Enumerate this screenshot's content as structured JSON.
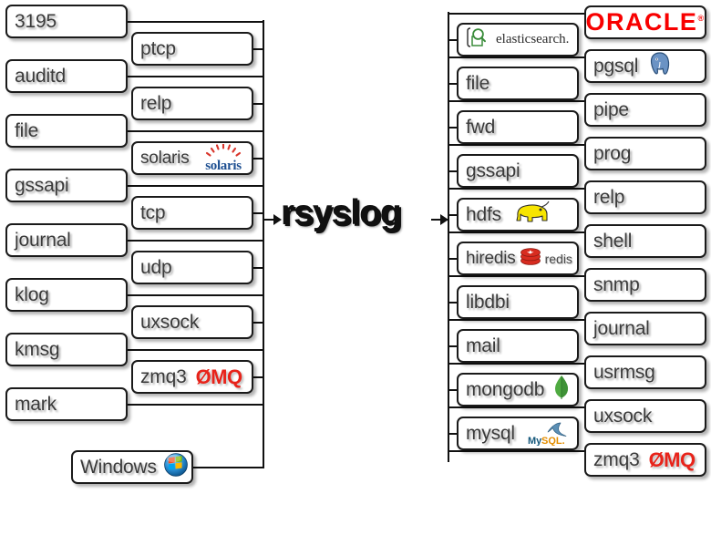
{
  "diagram": {
    "title": "rsyslog",
    "center_label": "rsyslog",
    "inputs_column1": [
      {
        "label": "3195",
        "icon": "none"
      },
      {
        "label": "auditd",
        "icon": "none"
      },
      {
        "label": "file",
        "icon": "none"
      },
      {
        "label": "gssapi",
        "icon": "none"
      },
      {
        "label": "journal",
        "icon": "none"
      },
      {
        "label": "klog",
        "icon": "none"
      },
      {
        "label": "kmsg",
        "icon": "none"
      },
      {
        "label": "mark",
        "icon": "none"
      }
    ],
    "inputs_column2": [
      {
        "label": "ptcp",
        "icon": "none"
      },
      {
        "label": "relp",
        "icon": "none"
      },
      {
        "label": "solaris",
        "icon": "solaris-logo"
      },
      {
        "label": "tcp",
        "icon": "none"
      },
      {
        "label": "udp",
        "icon": "none"
      },
      {
        "label": "uxsock",
        "icon": "none"
      },
      {
        "label": "zmq3",
        "icon": "zeromq-logo",
        "icon_text": "ØMQ"
      }
    ],
    "inputs_windows": {
      "label": "Windows",
      "icon": "windows-logo"
    },
    "outputs_column1": [
      {
        "label": "elasticsearch.",
        "icon": "elasticsearch-logo"
      },
      {
        "label": "file",
        "icon": "none"
      },
      {
        "label": "fwd",
        "icon": "none"
      },
      {
        "label": "gssapi",
        "icon": "none"
      },
      {
        "label": "hdfs",
        "icon": "hadoop-logo"
      },
      {
        "label": "hiredis",
        "icon": "redis-logo",
        "icon_text": "redis"
      },
      {
        "label": "libdbi",
        "icon": "none"
      },
      {
        "label": "mail",
        "icon": "none"
      },
      {
        "label": "mongodb",
        "icon": "mongodb-logo"
      },
      {
        "label": "mysql",
        "icon": "mysql-logo",
        "icon_text": "MySQL."
      }
    ],
    "outputs_column2": [
      {
        "label": "ORACLE",
        "icon": "oracle-logo"
      },
      {
        "label": "pgsql",
        "icon": "postgresql-logo"
      },
      {
        "label": "pipe",
        "icon": "none"
      },
      {
        "label": "prog",
        "icon": "none"
      },
      {
        "label": "relp",
        "icon": "none"
      },
      {
        "label": "shell",
        "icon": "none"
      },
      {
        "label": "snmp",
        "icon": "none"
      },
      {
        "label": "journal",
        "icon": "none"
      },
      {
        "label": "usrmsg",
        "icon": "none"
      },
      {
        "label": "uxsock",
        "icon": "none"
      },
      {
        "label": "zmq3",
        "icon": "zeromq-logo",
        "icon_text": "ØMQ"
      }
    ],
    "colors": {
      "box_border": "#1a1a1a",
      "text": "#3a3a3a",
      "zeromq_red": "#e8231a",
      "oracle_red": "#f80000",
      "line": "#111111",
      "background": "#ffffff"
    }
  }
}
